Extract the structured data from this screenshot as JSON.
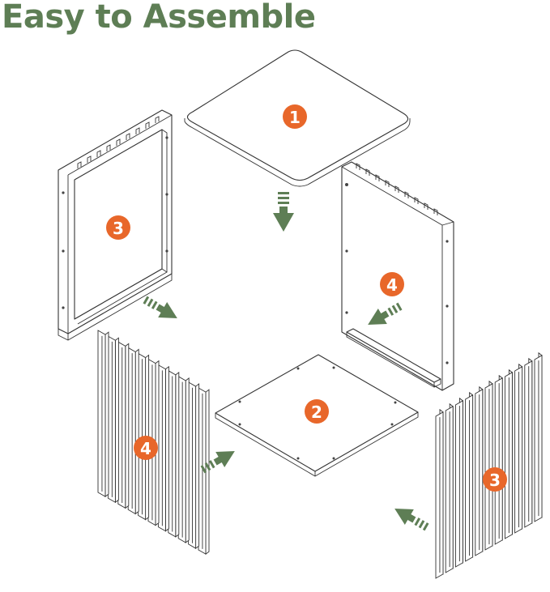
{
  "title": "Easy to Assemble",
  "colors": {
    "title": "#5e7e55",
    "badge": "#e8672a",
    "arrow": "#5e7e55",
    "outline": "#333333"
  },
  "parts": [
    {
      "name": "top-board",
      "number": "1"
    },
    {
      "name": "bottom-board",
      "number": "2"
    },
    {
      "name": "side-frame-left",
      "number": "3"
    },
    {
      "name": "back-panel",
      "number": "4"
    },
    {
      "name": "slatted-front-panel",
      "number": "4"
    },
    {
      "name": "slatted-side-panel",
      "number": "3"
    }
  ]
}
